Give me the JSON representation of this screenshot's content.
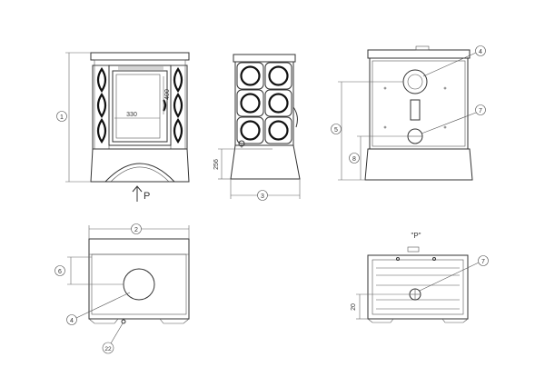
{
  "dims": {
    "d1": "1",
    "d2": "2",
    "d3": "3",
    "d4": "4",
    "d5": "5",
    "d6": "6",
    "d7": "7",
    "d8": "8",
    "d22": "22",
    "door_height": "400",
    "door_width": "330",
    "side_base_height": "256",
    "rear_offset": "20"
  },
  "views": {
    "arrow_label": "P",
    "rear_view_title": "\"P\""
  },
  "colors": {
    "line": "#333333",
    "background": "#ffffff"
  }
}
